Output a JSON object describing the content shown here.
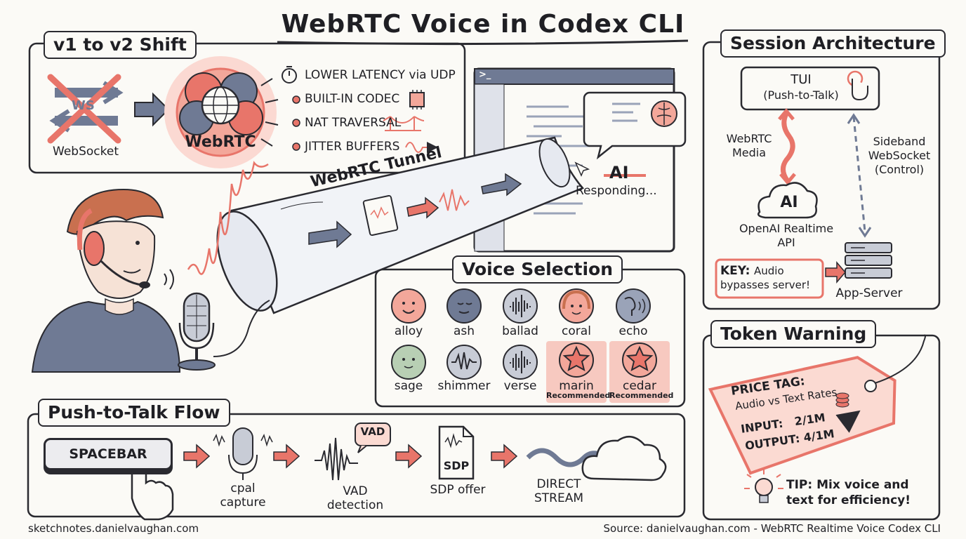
{
  "title": "WebRTC Voice in Codex CLI",
  "shift": {
    "heading": "v1 to v2 Shift",
    "old_label": "WebSocket",
    "old_icon_text": "WS",
    "new_label": "WebRTC",
    "features": [
      "LOWER LATENCY via UDP",
      "BUILT-IN CODEC",
      "NAT TRAVERSAL",
      "JITTER BUFFERS"
    ]
  },
  "tunnel": {
    "label": "WebRTC Tunnel"
  },
  "terminal": {
    "prompt": ">_",
    "ai_title": "AI",
    "ai_status": "Responding..."
  },
  "voices": {
    "heading": "Voice Selection",
    "items": [
      {
        "name": "alloy",
        "icon": "smiley-face-icon",
        "recommended": ""
      },
      {
        "name": "ash",
        "icon": "calm-face-icon",
        "recommended": ""
      },
      {
        "name": "ballad",
        "icon": "soundwave-icon",
        "recommended": ""
      },
      {
        "name": "coral",
        "icon": "woman-face-icon",
        "recommended": ""
      },
      {
        "name": "echo",
        "icon": "speaking-head-icon",
        "recommended": ""
      },
      {
        "name": "sage",
        "icon": "face-icon",
        "recommended": ""
      },
      {
        "name": "shimmer",
        "icon": "soundwave-icon",
        "recommended": ""
      },
      {
        "name": "verse",
        "icon": "soundwave-icon",
        "recommended": ""
      },
      {
        "name": "marin",
        "icon": "star-icon",
        "recommended": "Recommended"
      },
      {
        "name": "cedar",
        "icon": "star-icon",
        "recommended": "Recommended"
      }
    ]
  },
  "architecture": {
    "heading": "Session Architecture",
    "tui": "TUI",
    "tui_sub": "(Push-to-Talk)",
    "media_label": "WebRTC Media",
    "sideband_label": "Sideband WebSocket (Control)",
    "ai_icon_text": "AI",
    "api_label": "OpenAI Realtime API",
    "key_prefix": "KEY:",
    "key_text": "Audio bypasses server!",
    "server_label": "App-Server"
  },
  "token": {
    "heading": "Token Warning",
    "tag_title": "PRICE TAG:",
    "tag_sub": "Audio vs Text Rates",
    "input": "INPUT:   2/1M",
    "output": "OUTPUT: 4/1M",
    "tip": "TIP: Mix voice and text for efficiency!"
  },
  "ptt": {
    "heading": "Push-to-Talk Flow",
    "key": "SPACEBAR",
    "vad_badge": "VAD",
    "doc_text": "SDP",
    "steps": [
      "cpal capture",
      "VAD detection",
      "SDP offer",
      "DIRECT STREAM"
    ]
  },
  "footer": {
    "left": "sketchnotes.danielvaughan.com",
    "right": "Source: danielvaughan.com - WebRTC Realtime Voice Codex CLI"
  },
  "colors": {
    "accent": "#e8756a",
    "accent_light": "#f7c9c0",
    "ink": "#2a2a30",
    "slate": "#6f7a94",
    "paper": "#fbfaf6"
  }
}
